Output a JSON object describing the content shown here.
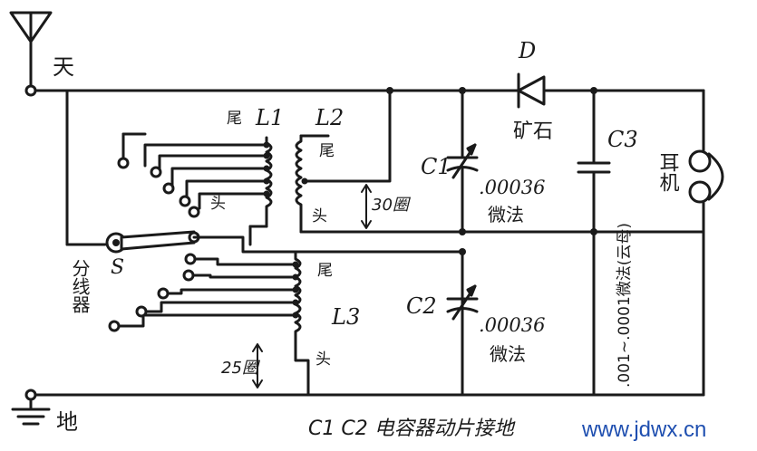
{
  "labels": {
    "antenna": "天",
    "ground": "地",
    "diode_ref": "D",
    "diode_name": "矿石",
    "l1": "L1",
    "l2": "L2",
    "l3": "L3",
    "tail_l1": "尾",
    "head_l1": "头",
    "tail_l2": "尾",
    "head_l2": "头",
    "tail_l3": "尾",
    "head_l3": "头",
    "turns_l2": "30圈",
    "turns_l3": "25圈",
    "c1": "C1",
    "c1_value": ".00036",
    "c1_unit": "微法",
    "c2": "C2",
    "c2_value": ".00036",
    "c2_unit": "微法",
    "c3": "C3",
    "c3_value": ".001~.0001微法(云母)",
    "earphone": "耳机",
    "switch": "S",
    "tap_selector": "分线器",
    "note": "C1 C2 电容器动片接地",
    "watermark": "www.jdwx.cn"
  },
  "colors": {
    "ink": "#1a1a1a",
    "watermark": "#1f4fb0",
    "background": "#ffffff"
  }
}
